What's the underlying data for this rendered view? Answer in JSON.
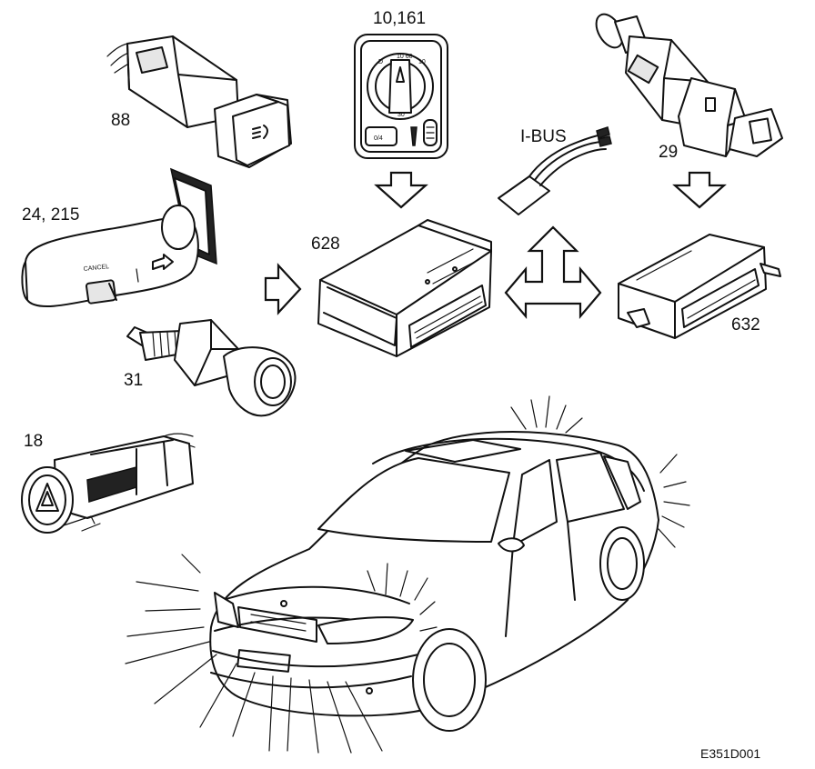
{
  "labels": {
    "fog_switch": "88",
    "light_switch": "10,161",
    "ibus": "I-BUS",
    "brake_switch": "29",
    "stalk": "24, 215",
    "main_unit": "628",
    "remote_unit": "632",
    "sensor": "31",
    "hazard": "18",
    "figure_code": "E351D001"
  },
  "stalk_text": {
    "cancel": "CANCEL"
  }
}
